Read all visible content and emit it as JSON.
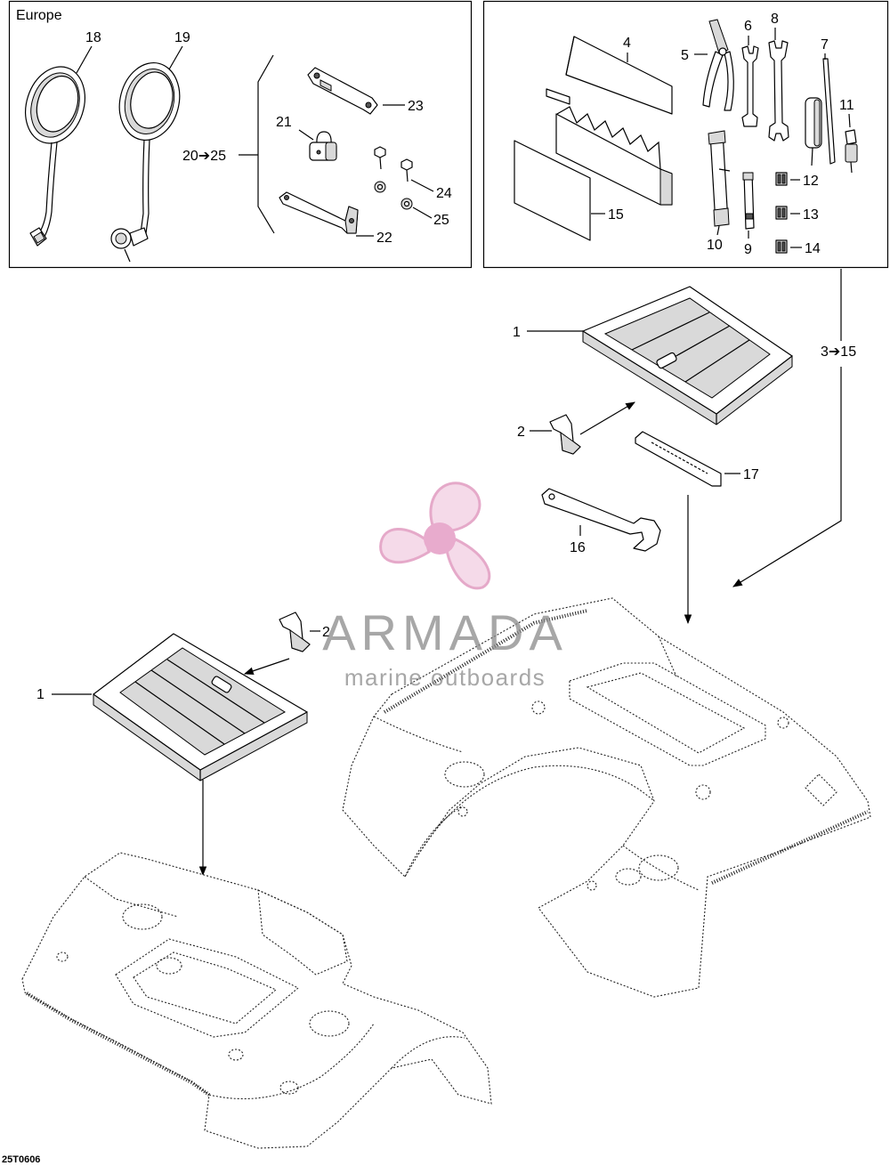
{
  "europe_box": {
    "title": "Europe",
    "callouts": {
      "c18": "18",
      "c19": "19",
      "c20_25": "20➔25",
      "c21": "21",
      "c22": "22",
      "c23": "23",
      "c24": "24",
      "c25": "25"
    }
  },
  "toolkit_box": {
    "callouts": {
      "c4": "4",
      "c5": "5",
      "c6": "6",
      "c7": "7",
      "c8": "8",
      "c9": "9",
      "c10": "10",
      "c11": "11",
      "c12": "12",
      "c13": "13",
      "c14": "14",
      "c15": "15"
    }
  },
  "main": {
    "callouts": {
      "c1_upper": "1",
      "c2_upper": "2",
      "c3_15": "3➔15",
      "c16": "16",
      "c17": "17",
      "c2_lower": "2",
      "c1_lower": "1"
    }
  },
  "drawing_code": "25T0606",
  "watermark": {
    "brand": "ARMADA",
    "tagline": "marine outboards",
    "logo_color": "#e6a3c8",
    "text_color": "#8c8c8c"
  },
  "line_color": "#000000"
}
